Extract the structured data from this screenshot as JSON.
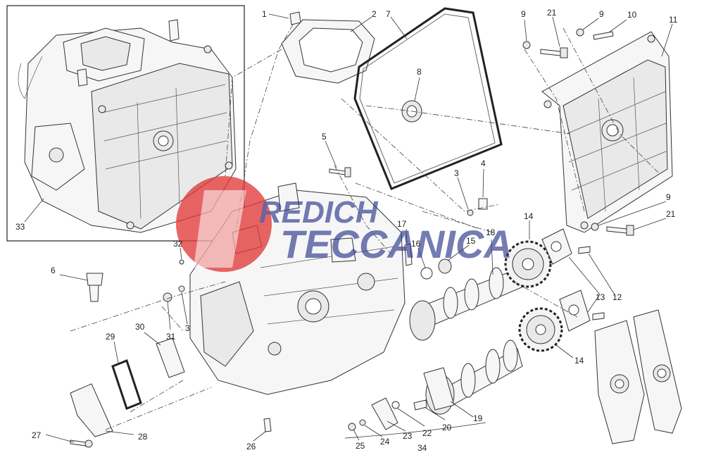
{
  "callouts": [
    "1",
    "2",
    "7",
    "8",
    "9",
    "21",
    "9",
    "10",
    "11",
    "5",
    "3",
    "4",
    "14",
    "17",
    "16",
    "15",
    "18",
    "9",
    "21",
    "13",
    "12",
    "32",
    "6",
    "31",
    "3",
    "30",
    "29",
    "14",
    "19",
    "20",
    "22",
    "23",
    "24",
    "25",
    "34",
    "26",
    "27",
    "28",
    "33"
  ],
  "watermark": {
    "line1": "REDICH",
    "line2": "TECCANICA",
    "red": "#e23a3a",
    "blue": "#2f3b8f"
  }
}
